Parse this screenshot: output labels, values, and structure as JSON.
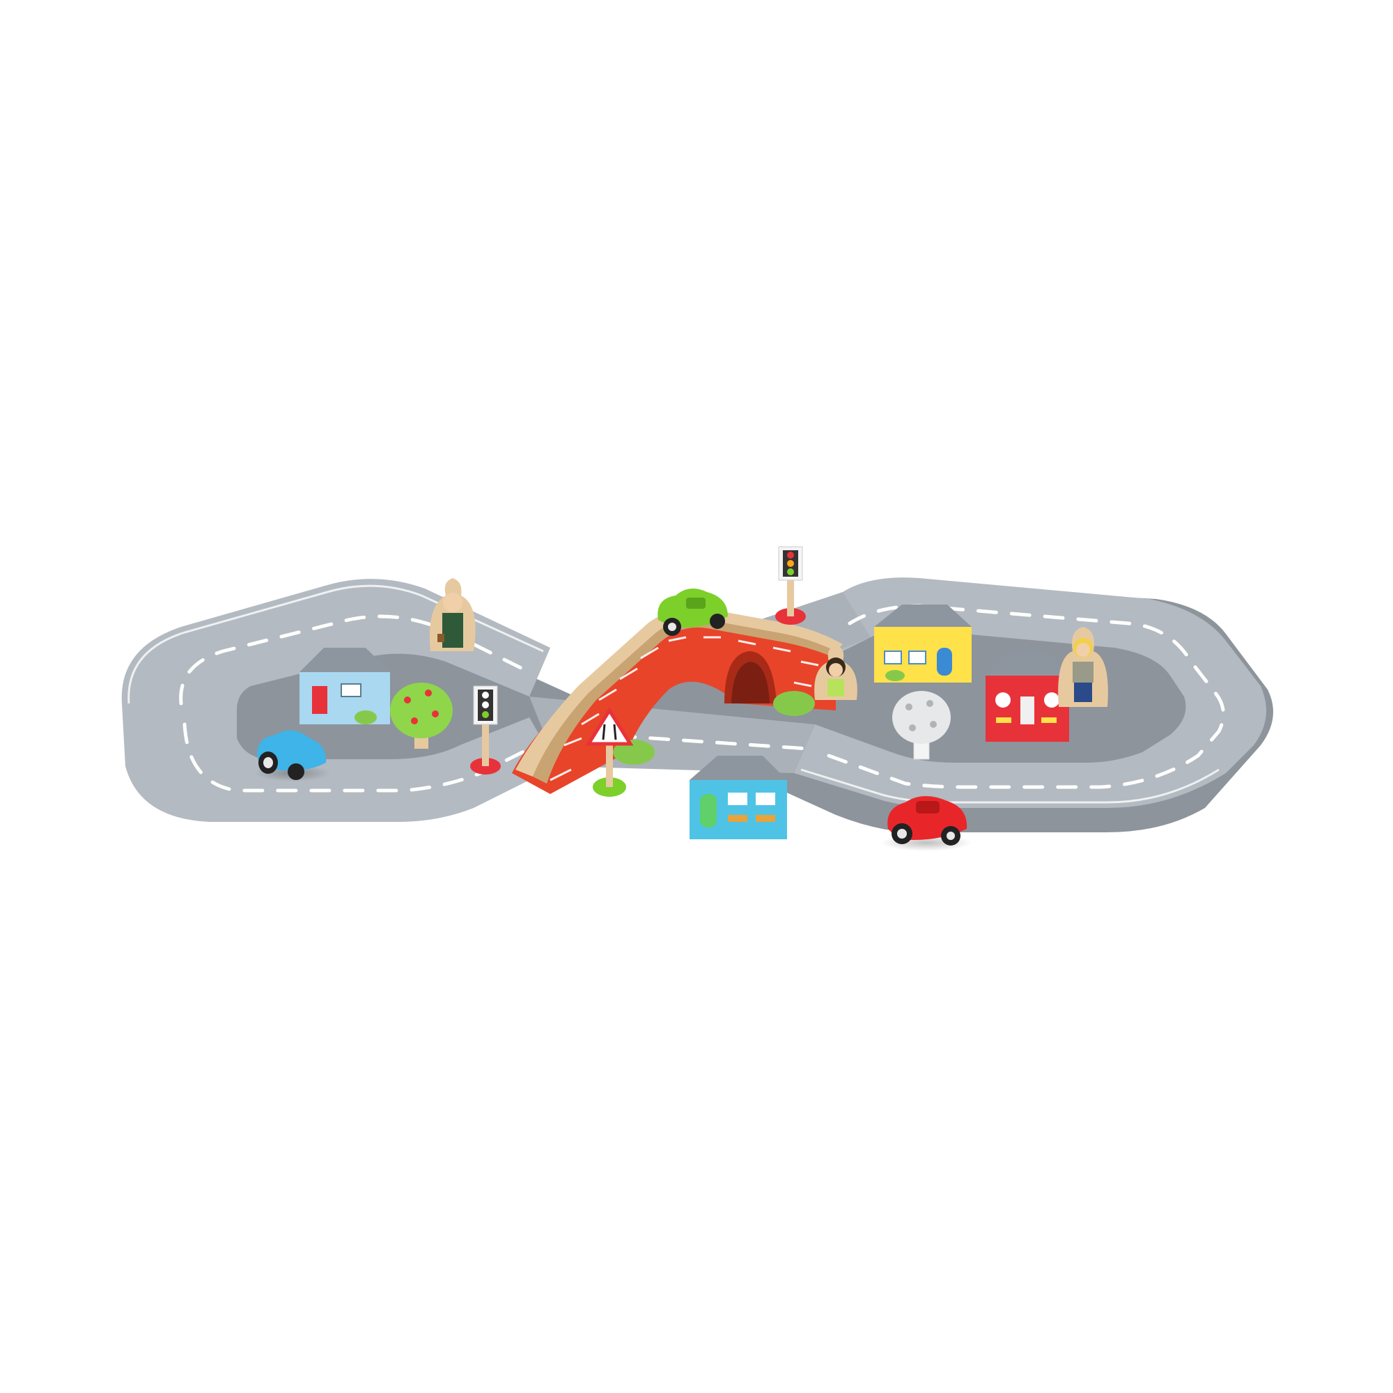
{
  "scene": {
    "background": "#ffffff",
    "colors": {
      "road": "#a9b0b8",
      "road_top": "#b6bcc3",
      "road_edge": "#8d949c",
      "lane_marking": "#ffffff",
      "bridge_red": "#e8442a",
      "bridge_dark": "#c7351f",
      "wood": "#e7c9a0",
      "wood_dark": "#c9a473",
      "roof_grey": "#8d969f",
      "house_blue": "#a9d8f0",
      "house_teal": "#4fc3e6",
      "house_yellow": "#ffe14a",
      "house_red": "#e8323a",
      "car_blue": "#3eb4e8",
      "car_green": "#7dcf2a",
      "car_red": "#e8262a",
      "tree_green": "#8fd64a",
      "tree_white": "#e6e8ea",
      "grass": "#86c94a"
    },
    "objects": [
      {
        "name": "road-figure-eight",
        "kind": "road track"
      },
      {
        "name": "bridge",
        "kind": "red brick bridge with wooden ramp"
      },
      {
        "name": "tunnel",
        "kind": "arched opening under bridge"
      },
      {
        "name": "house-light-blue",
        "kind": "house",
        "color": "light blue"
      },
      {
        "name": "house-teal",
        "kind": "house",
        "color": "teal"
      },
      {
        "name": "house-yellow",
        "kind": "house",
        "color": "yellow"
      },
      {
        "name": "house-red",
        "kind": "house",
        "color": "red"
      },
      {
        "name": "car-blue",
        "kind": "car",
        "color": "blue"
      },
      {
        "name": "car-green",
        "kind": "car",
        "color": "green"
      },
      {
        "name": "car-red",
        "kind": "car",
        "color": "red"
      },
      {
        "name": "tree-apple",
        "kind": "tree",
        "color": "green"
      },
      {
        "name": "tree-white",
        "kind": "tree",
        "color": "white"
      },
      {
        "name": "traffic-light-left",
        "kind": "traffic light"
      },
      {
        "name": "traffic-light-top",
        "kind": "traffic light"
      },
      {
        "name": "road-sign-narrowing",
        "kind": "warning sign"
      },
      {
        "name": "figure-man-suit",
        "kind": "person figure"
      },
      {
        "name": "figure-child",
        "kind": "person figure"
      },
      {
        "name": "figure-woman",
        "kind": "person figure"
      }
    ]
  }
}
